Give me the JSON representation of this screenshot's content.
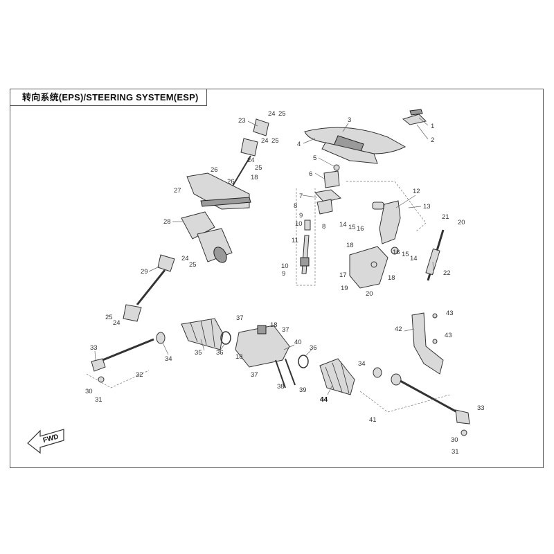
{
  "title": "转向系统(EPS)/STEERING SYSTEM(ESP)",
  "fwd_label": "FWD",
  "callouts": [
    {
      "id": "c1",
      "text": "1"
    },
    {
      "id": "c2",
      "text": "2"
    },
    {
      "id": "c3",
      "text": "3"
    },
    {
      "id": "c4",
      "text": "4"
    },
    {
      "id": "c5",
      "text": "5"
    },
    {
      "id": "c6",
      "text": "6"
    },
    {
      "id": "c7",
      "text": "7"
    },
    {
      "id": "c8a",
      "text": "8"
    },
    {
      "id": "c8b",
      "text": "8"
    },
    {
      "id": "c9a",
      "text": "9"
    },
    {
      "id": "c10a",
      "text": "10"
    },
    {
      "id": "c11",
      "text": "11"
    },
    {
      "id": "c10b",
      "text": "10"
    },
    {
      "id": "c9b",
      "text": "9"
    },
    {
      "id": "c12",
      "text": "12"
    },
    {
      "id": "c13",
      "text": "13"
    },
    {
      "id": "c14a",
      "text": "14"
    },
    {
      "id": "c15a",
      "text": "15"
    },
    {
      "id": "c16a",
      "text": "16"
    },
    {
      "id": "c18a",
      "text": "18"
    },
    {
      "id": "c16b",
      "text": "16"
    },
    {
      "id": "c15b",
      "text": "15"
    },
    {
      "id": "c14b",
      "text": "14"
    },
    {
      "id": "c17",
      "text": "17"
    },
    {
      "id": "c18b",
      "text": "18"
    },
    {
      "id": "c19",
      "text": "19"
    },
    {
      "id": "c20a",
      "text": "20"
    },
    {
      "id": "c21",
      "text": "21"
    },
    {
      "id": "c20b",
      "text": "20"
    },
    {
      "id": "c22",
      "text": "22"
    },
    {
      "id": "c23",
      "text": "23"
    },
    {
      "id": "c24a",
      "text": "24"
    },
    {
      "id": "c25a",
      "text": "25"
    },
    {
      "id": "c24b",
      "text": "24"
    },
    {
      "id": "c25b",
      "text": "25"
    },
    {
      "id": "c24c",
      "text": "24"
    },
    {
      "id": "c25c",
      "text": "25"
    },
    {
      "id": "c26a",
      "text": "26"
    },
    {
      "id": "c18c",
      "text": "18"
    },
    {
      "id": "c26b",
      "text": "26"
    },
    {
      "id": "c27",
      "text": "27"
    },
    {
      "id": "c28",
      "text": "28"
    },
    {
      "id": "c24d",
      "text": "24"
    },
    {
      "id": "c25d",
      "text": "25"
    },
    {
      "id": "c29",
      "text": "29"
    },
    {
      "id": "c25e",
      "text": "25"
    },
    {
      "id": "c24e",
      "text": "24"
    },
    {
      "id": "c37a",
      "text": "37"
    },
    {
      "id": "c18d",
      "text": "18"
    },
    {
      "id": "c37b",
      "text": "37"
    },
    {
      "id": "c40",
      "text": "40"
    },
    {
      "id": "c36a",
      "text": "36"
    },
    {
      "id": "c18e",
      "text": "18"
    },
    {
      "id": "c37c",
      "text": "37"
    },
    {
      "id": "c38",
      "text": "38"
    },
    {
      "id": "c39",
      "text": "39"
    },
    {
      "id": "c33a",
      "text": "33"
    },
    {
      "id": "c34a",
      "text": "34"
    },
    {
      "id": "c35",
      "text": "35"
    },
    {
      "id": "c36b",
      "text": "36"
    },
    {
      "id": "c32",
      "text": "32"
    },
    {
      "id": "c30a",
      "text": "30"
    },
    {
      "id": "c31a",
      "text": "31"
    },
    {
      "id": "c44",
      "text": "44"
    },
    {
      "id": "c34b",
      "text": "34"
    },
    {
      "id": "c41",
      "text": "41"
    },
    {
      "id": "c33b",
      "text": "33"
    },
    {
      "id": "c30b",
      "text": "30"
    },
    {
      "id": "c31b",
      "text": "31"
    },
    {
      "id": "c42",
      "text": "42"
    },
    {
      "id": "c43a",
      "text": "43"
    },
    {
      "id": "c43b",
      "text": "43"
    }
  ]
}
